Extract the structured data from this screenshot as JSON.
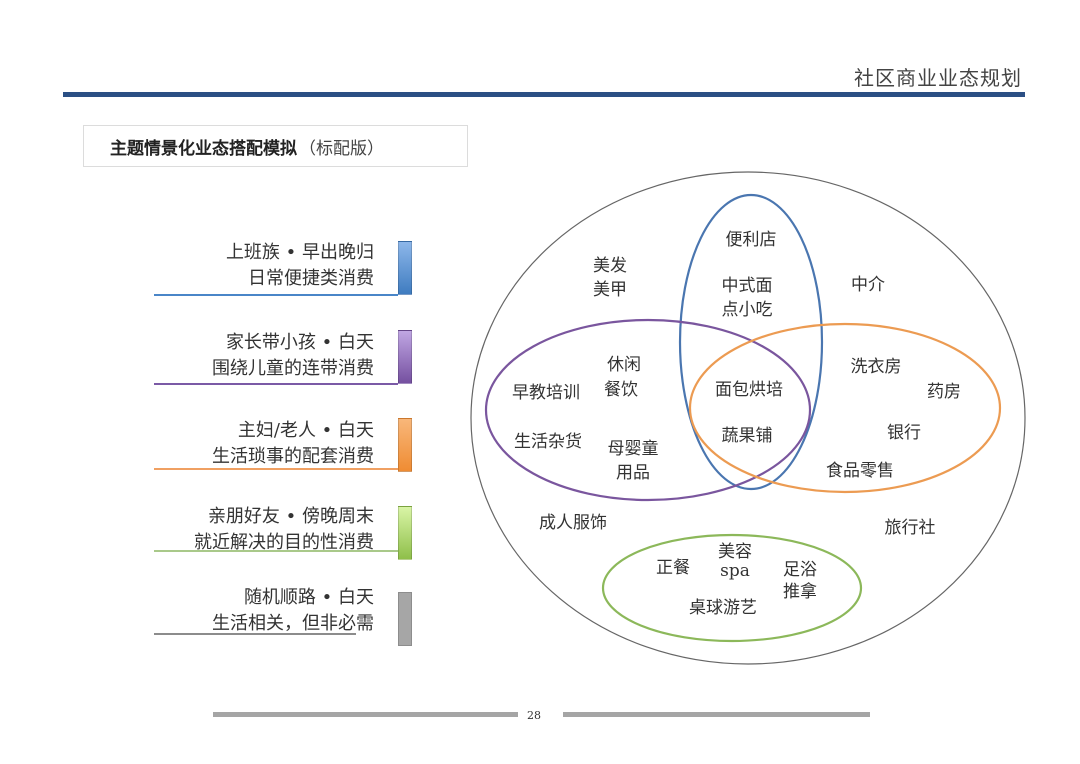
{
  "header": {
    "title": "社区商业业态规划"
  },
  "slide_title": {
    "bold": "主题情景化业态搭配模拟",
    "suffix": "（标配版）"
  },
  "personas": [
    {
      "line1": "上班族 • 早出晚归",
      "line2": "日常便捷类消费",
      "color": "#4a86c8",
      "bar_top": "#8db7ea",
      "bar_bottom": "#3f7cc0"
    },
    {
      "line1": "家长带小孩 • 白天",
      "line2": "围绕儿童的连带消费",
      "color": "#7b5aa6",
      "bar_top": "#c0a6e3",
      "bar_bottom": "#7550a0"
    },
    {
      "line1": "主妇/老人 • 白天",
      "line2": "生活琐事的配套消费",
      "color": "#f0a062",
      "bar_top": "#f8b77a",
      "bar_bottom": "#ef8c33"
    },
    {
      "line1": "亲朋好友 • 傍晚周末",
      "line2": "就近解决的目的性消费",
      "color": "#a9c98a",
      "bar_top": "#d9f5a6",
      "bar_bottom": "#8fbf4a"
    },
    {
      "line1": "随机顺路 • 白天",
      "line2": "生活相关，但非必需",
      "color": "#8c8c8c",
      "bar_top": "#a6a6a6",
      "bar_bottom": "#9a9a9a"
    }
  ],
  "venn": {
    "outer_color": "#666666",
    "blue_color": "#4a76b0",
    "purple_color": "#7a569e",
    "orange_color": "#ec9b52",
    "green_color": "#8cb85a",
    "labels": {
      "bianlidian": "便利店",
      "meifa": "美发",
      "meijia": "美甲",
      "zhongshi1": "中式面",
      "zhongshi2": "点小吃",
      "zhongjie": "中介",
      "xiuxian": "休闲",
      "canyin": "餐饮",
      "zaojiao": "早教培训",
      "mianbao": "面包烘培",
      "xiyifang": "洗衣房",
      "yaofang": "药房",
      "shenghuo": "生活杂货",
      "muying1": "母婴童",
      "muying2": "用品",
      "shuguo": "蔬果铺",
      "yinhang": "银行",
      "shipin": "食品零售",
      "chengren": "成人服饰",
      "lvxing": "旅行社",
      "meirong": "美容",
      "spa": "spa",
      "zhengcan": "正餐",
      "zuyu": "足浴",
      "tuina": "推拿",
      "zhuoqiu": "桌球游艺"
    }
  },
  "footer": {
    "page_number": "28"
  }
}
